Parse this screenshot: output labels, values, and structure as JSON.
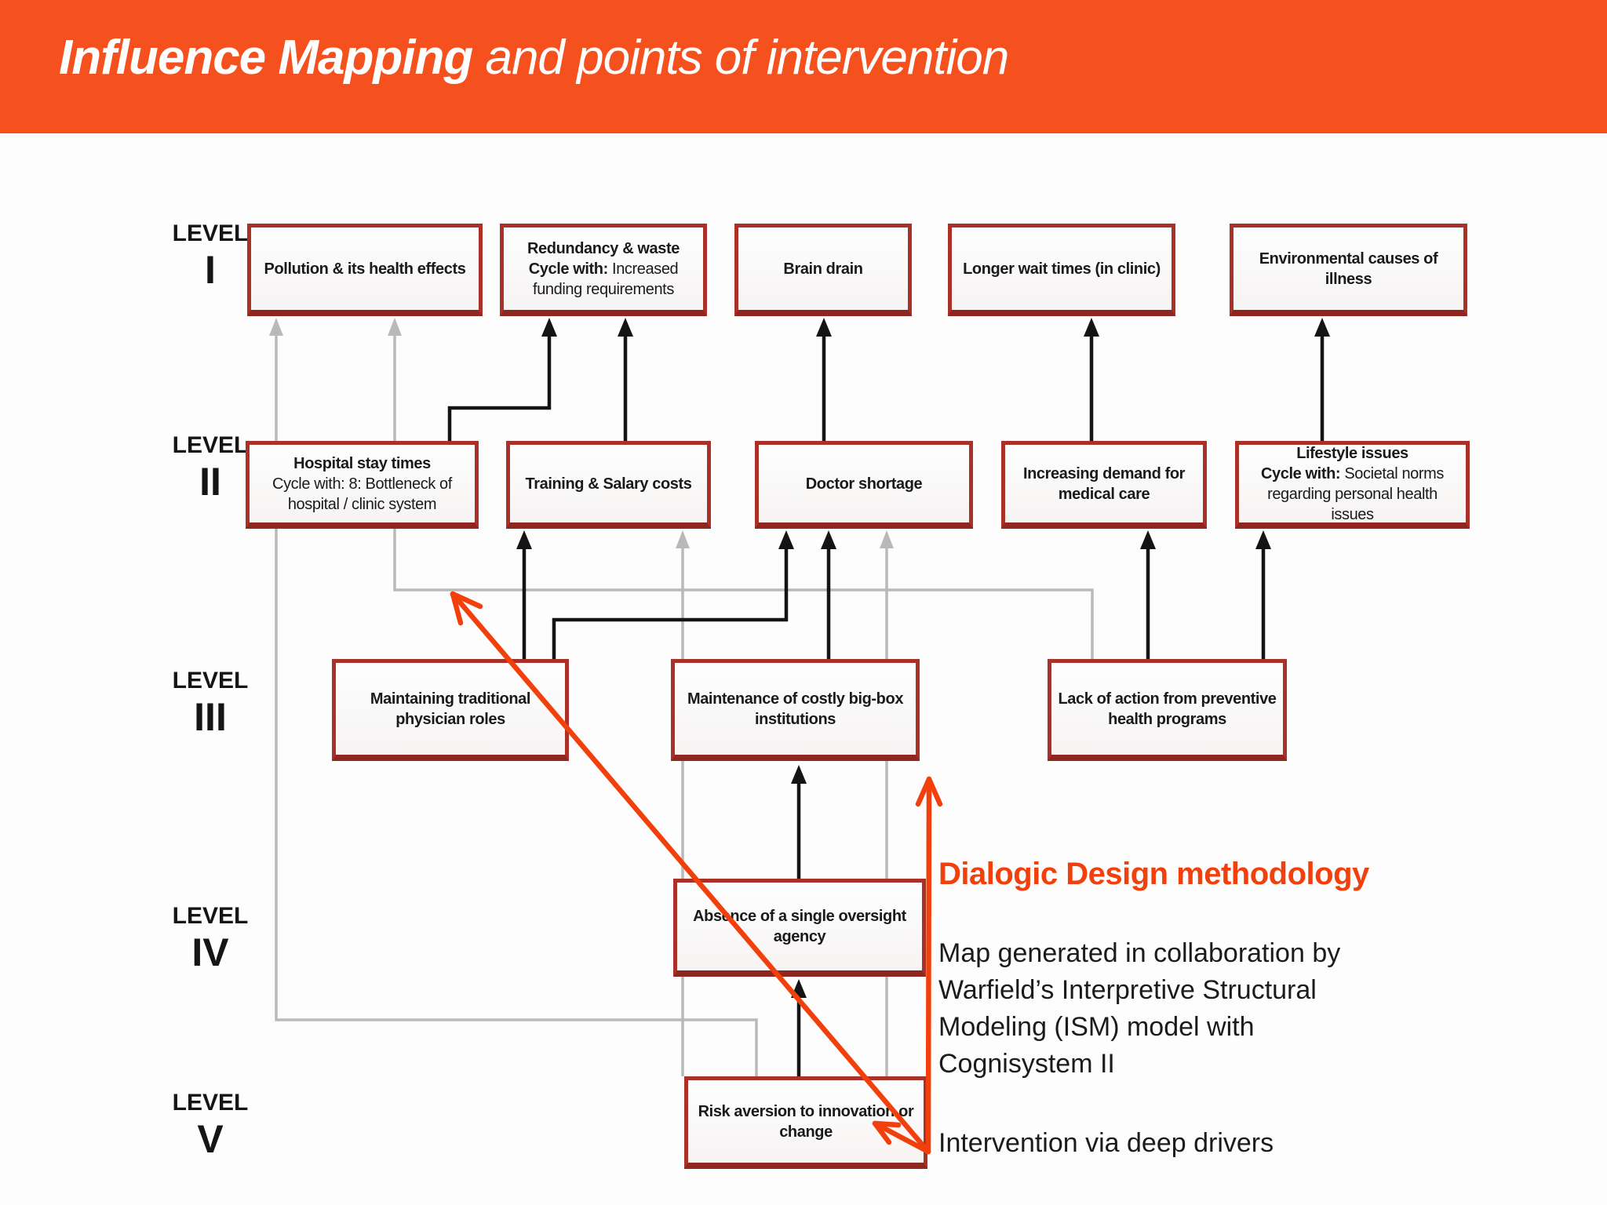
{
  "header": {
    "title_bold": "Influence Mapping",
    "title_rest": " and points of intervention",
    "background_color": "#F4511E"
  },
  "levels": [
    {
      "label": "LEVEL",
      "numeral": "I"
    },
    {
      "label": "LEVEL",
      "numeral": "II"
    },
    {
      "label": "LEVEL",
      "numeral": "III"
    },
    {
      "label": "LEVEL",
      "numeral": "IV"
    },
    {
      "label": "LEVEL",
      "numeral": "V"
    }
  ],
  "boxes": {
    "pollution": {
      "title": "Pollution & its health effects"
    },
    "redundancy": {
      "title": "Redundancy & waste",
      "cycle_bold": "Cycle with:",
      "cycle_rest": " Increased funding requirements"
    },
    "brain": {
      "title": "Brain drain"
    },
    "wait": {
      "title": "Longer wait times (in clinic)"
    },
    "environment": {
      "title": "Environmental causes of illness"
    },
    "hospital": {
      "title": "Hospital stay times",
      "cycle_bold": "",
      "cycle_rest": "Cycle with: 8: Bottleneck of hospital / clinic system"
    },
    "training": {
      "title": "Training & Salary costs"
    },
    "doctor": {
      "title": "Doctor shortage"
    },
    "demand": {
      "title": "Increasing demand for medical care"
    },
    "lifestyle": {
      "title": "Lifestyle issues",
      "cycle_bold": "Cycle with:",
      "cycle_rest": " Societal norms regarding personal health issues"
    },
    "maintaining": {
      "title": "Maintaining traditional physician roles"
    },
    "maintenance": {
      "title": "Maintenance of costly big-box institutions"
    },
    "lack": {
      "title": "Lack of action from preventive health programs"
    },
    "absence": {
      "title": "Absence of a single oversight agency"
    },
    "risk": {
      "title": "Risk aversion to innovation or change"
    }
  },
  "annotation": {
    "heading": "Dialogic Design methodology",
    "body": "Map generated in collaboration by\nWarfield’s Interpretive Structural\nModeling (ISM) model with\nCognisystem II",
    "footer": "Intervention via deep drivers",
    "accent_color": "#F2400D"
  },
  "colors": {
    "box_border": "#A93128",
    "black_arrow": "#141414",
    "gray_arrow": "#b9b9b9"
  }
}
